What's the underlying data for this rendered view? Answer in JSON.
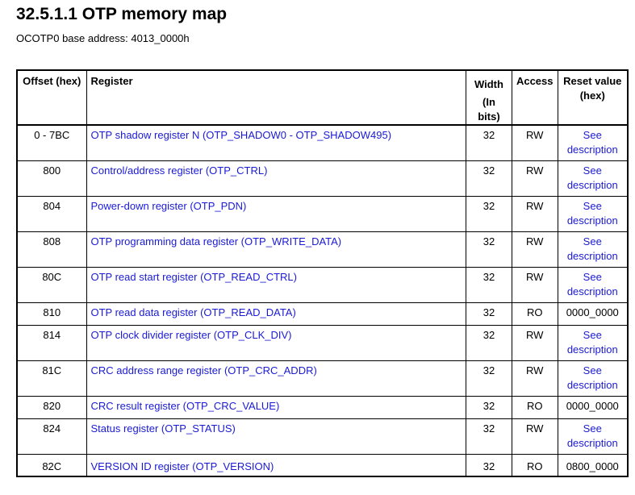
{
  "heading": "32.5.1.1  OTP memory map",
  "base_address": "OCOTP0 base address: 4013_0000h",
  "table": {
    "headers": {
      "offset": "Offset (hex)",
      "register": "Register",
      "width_line1": "Width",
      "width_line2": "(In bits)",
      "access": "Access",
      "reset_line1": "Reset value",
      "reset_line2": "(hex)"
    },
    "rows": [
      {
        "offset": "0 - 7BC",
        "register": "OTP shadow register N (OTP_SHADOW0 - OTP_SHADOW495)",
        "width": "32",
        "access": "RW",
        "reset_line1": "See",
        "reset_line2": "description"
      },
      {
        "offset": "800",
        "register": "Control/address register (OTP_CTRL)",
        "width": "32",
        "access": "RW",
        "reset_line1": "See",
        "reset_line2": "description"
      },
      {
        "offset": "804",
        "register": "Power-down register (OTP_PDN)",
        "width": "32",
        "access": "RW",
        "reset_line1": "See",
        "reset_line2": "description"
      },
      {
        "offset": "808",
        "register": "OTP programming data register (OTP_WRITE_DATA)",
        "width": "32",
        "access": "RW",
        "reset_line1": "See",
        "reset_line2": "description"
      },
      {
        "offset": "80C",
        "register": "OTP read start register (OTP_READ_CTRL)",
        "width": "32",
        "access": "RW",
        "reset_line1": "See",
        "reset_line2": "description"
      },
      {
        "offset": "810",
        "register": "OTP read data register (OTP_READ_DATA)",
        "width": "32",
        "access": "RO",
        "reset_line1": "0000_0000",
        "reset_line2": ""
      },
      {
        "offset": "814",
        "register": "OTP clock divider register (OTP_CLK_DIV)",
        "width": "32",
        "access": "RW",
        "reset_line1": "See",
        "reset_line2": "description"
      },
      {
        "offset": "81C",
        "register": "CRC address range register (OTP_CRC_ADDR)",
        "width": "32",
        "access": "RW",
        "reset_line1": "See",
        "reset_line2": "description"
      },
      {
        "offset": "820",
        "register": "CRC result register (OTP_CRC_VALUE)",
        "width": "32",
        "access": "RO",
        "reset_line1": "0000_0000",
        "reset_line2": ""
      },
      {
        "offset": "824",
        "register": "Status register (OTP_STATUS)",
        "width": "32",
        "access": "RW",
        "reset_line1": "See",
        "reset_line2": "description"
      },
      {
        "offset": "82C",
        "register": "VERSION ID register (OTP_VERSION)",
        "width": "32",
        "access": "RO",
        "reset_line1": "0800_0000",
        "reset_line2": ""
      }
    ]
  },
  "colors": {
    "link": "#1a1ad6",
    "text": "#000000",
    "background": "#ffffff"
  }
}
